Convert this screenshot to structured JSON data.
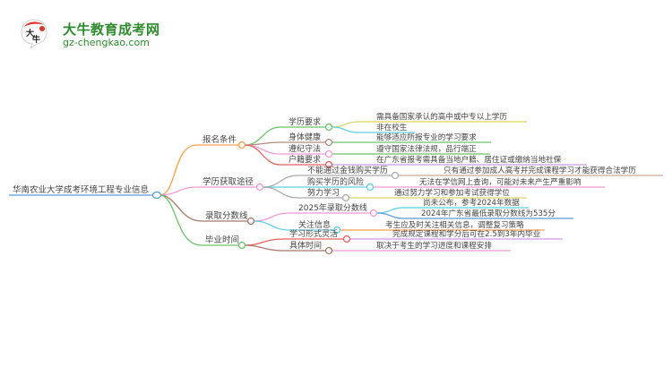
{
  "logo": {
    "title": "大牛教育成考网",
    "url": "gz-chengkao.com",
    "badge_text": "大牛",
    "brand_color": "#2f8a2f",
    "accent_color": "#d9372a"
  },
  "mindmap": {
    "root": {
      "label": "华南农业大学成考环境工程专业信息",
      "color": "#5b9bd5"
    },
    "branches": [
      {
        "label": "报名条件",
        "color": "#f5a04f",
        "children": [
          {
            "label": "学历要求",
            "color": "#6cc06c",
            "leaves": [
              {
                "label": "需具备国家承认的高中或中专以上学历",
                "color": "#d9d36b"
              },
              {
                "label": "非在校生",
                "color": "#5fcfe0"
              }
            ]
          },
          {
            "label": "身体健康",
            "color": "#b08a7a",
            "leaves": [
              {
                "label": "能够适应所报专业的学习要求",
                "color": "#6cc06c"
              }
            ]
          },
          {
            "label": "遵纪守法",
            "color": "#f09ad2",
            "leaves": [
              {
                "label": "遵守国家法律法规，品行端正",
                "color": "#6cc06c"
              }
            ]
          },
          {
            "label": "户籍要求",
            "color": "#e46060",
            "leaves": [
              {
                "label": "在广东省报考需具备当地户籍、居住证或缴纳当地社保",
                "color": "#c99ae0"
              }
            ]
          }
        ]
      },
      {
        "label": "学历获取途径",
        "color": "#f09ad2",
        "children": [
          {
            "label": "不能通过金钱购买学历",
            "color": "#aaaaaa",
            "leaves": [
              {
                "label": "只有通过参加成人高考并完成课程学习才能获得合法学历",
                "color": "#c9a89a"
              }
            ]
          },
          {
            "label": "购买学历的风险",
            "color": "#5fcfe0",
            "leaves": [
              {
                "label": "无法在学信网上查询，可能对未来产生严重影响",
                "color": "#f09ad2"
              }
            ]
          },
          {
            "label": "努力学习",
            "color": "#aaaaaa",
            "leaves": [
              {
                "label": "通过努力学习和参加考试获得学位",
                "color": "#d9d36b"
              }
            ]
          }
        ]
      },
      {
        "label": "录取分数线",
        "color": "#a8776a",
        "children": [
          {
            "label": "2025年录取分数线",
            "color": "#f09ad2",
            "leaves": [
              {
                "label": "尚未公布，参考2024年数据",
                "color": "#5fcfe0"
              },
              {
                "label": "2024年广东省最低录取分数线为535分",
                "color": "#5b9bd5"
              }
            ]
          },
          {
            "label": "关注信息",
            "color": "#5fcfe0",
            "leaves": [
              {
                "label": "考生应及时关注相关信息，调整复习策略",
                "color": "#f5a04f"
              }
            ]
          }
        ]
      },
      {
        "label": "毕业时间",
        "color": "#6cc06c",
        "children": [
          {
            "label": "学习形式灵活",
            "color": "#e46060",
            "leaves": [
              {
                "label": "完成规定课程和学分后可在2.5到3年内毕业",
                "color": "#c99ae0"
              }
            ]
          },
          {
            "label": "具体时间",
            "color": "#a8776a",
            "leaves": [
              {
                "label": "取决于考生的学习进度和课程安排",
                "color": "#f09ad2"
              }
            ]
          }
        ]
      }
    ]
  }
}
